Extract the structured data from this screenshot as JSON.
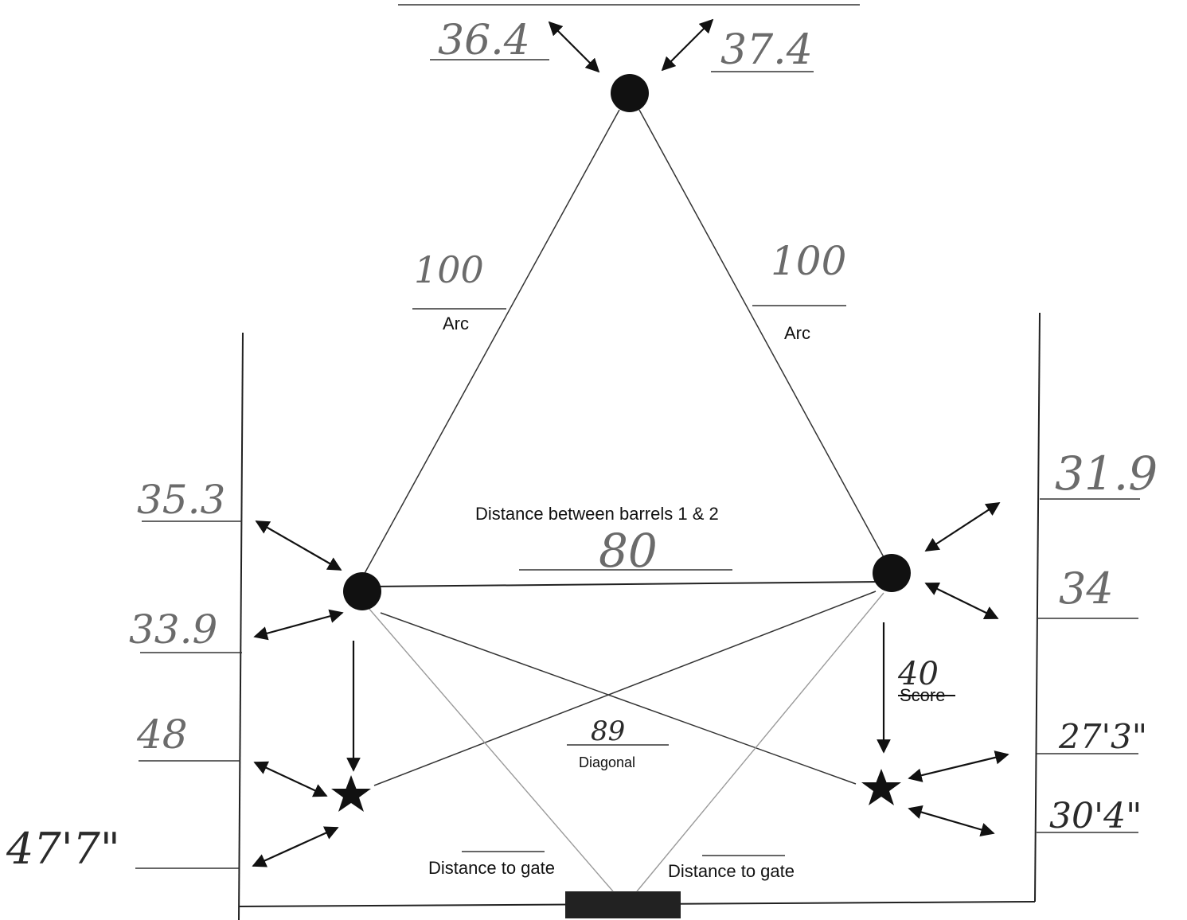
{
  "labels": {
    "arc_left": "Arc",
    "arc_right": "Arc",
    "distance_between_barrels": "Distance between barrels 1 & 2",
    "diagonal": "Diagonal",
    "score": "Score",
    "distance_to_gate_left": "Distance to gate",
    "distance_to_gate_right": "Distance to gate"
  },
  "handwritten": {
    "barrel3_left": "36.4",
    "barrel3_right": "37.4",
    "arc_left_value": "100",
    "arc_right_value": "100",
    "barrel1_top": "35.3",
    "barrel1_bottom": "33.9",
    "star1_top": "48",
    "star1_bottom": "47'7\"",
    "barrel2_top": "31.9",
    "barrel2_bottom": "34",
    "star2_top": "27'3\"",
    "star2_bottom": "30'4\"",
    "between_barrels_value": "80",
    "diagonal_value": "89",
    "score_value": "40"
  },
  "colors": {
    "ink": "#111111",
    "pencil": "#6b6b6b",
    "gate": "#222222"
  },
  "icons": {
    "barrel": "filled-circle",
    "marker": "star"
  }
}
